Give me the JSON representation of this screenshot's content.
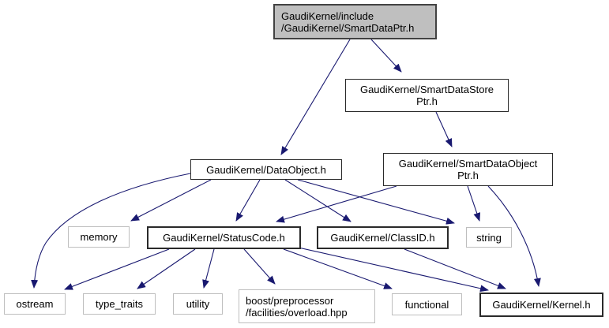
{
  "diagram": {
    "kind": "include-dependency-graph",
    "colors": {
      "edge": "#191970",
      "root_fill": "#bfbfbf",
      "project_border": "#2a2a2a",
      "system_border": "#bebebe",
      "text": "#000000",
      "background": "#ffffff"
    },
    "nodes": [
      {
        "id": "smartdataptr",
        "label": "GaudiKernel/include\n/GaudiKernel/SmartDataPtr.h"
      },
      {
        "id": "smartdatastoreptr",
        "label": "GaudiKernel/SmartDataStore\nPtr.h"
      },
      {
        "id": "dataobject",
        "label": "GaudiKernel/DataObject.h"
      },
      {
        "id": "smartdataobjectptr",
        "label": "GaudiKernel/SmartDataObject\nPtr.h"
      },
      {
        "id": "memory",
        "label": "memory"
      },
      {
        "id": "statuscode",
        "label": "GaudiKernel/StatusCode.h"
      },
      {
        "id": "classid",
        "label": "GaudiKernel/ClassID.h"
      },
      {
        "id": "string",
        "label": "string"
      },
      {
        "id": "ostream",
        "label": "ostream"
      },
      {
        "id": "type_traits",
        "label": "type_traits"
      },
      {
        "id": "utility",
        "label": "utility"
      },
      {
        "id": "boost_overload",
        "label": "boost/preprocessor\n/facilities/overload.hpp"
      },
      {
        "id": "functional",
        "label": "functional"
      },
      {
        "id": "kernel",
        "label": "GaudiKernel/Kernel.h"
      }
    ],
    "edges": [
      {
        "from": "smartdataptr",
        "to": "smartdatastoreptr"
      },
      {
        "from": "smartdataptr",
        "to": "dataobject"
      },
      {
        "from": "smartdatastoreptr",
        "to": "smartdataobjectptr"
      },
      {
        "from": "smartdataobjectptr",
        "to": "statuscode"
      },
      {
        "from": "smartdataobjectptr",
        "to": "string"
      },
      {
        "from": "smartdataobjectptr",
        "to": "kernel"
      },
      {
        "from": "dataobject",
        "to": "memory"
      },
      {
        "from": "dataobject",
        "to": "statuscode"
      },
      {
        "from": "dataobject",
        "to": "classid"
      },
      {
        "from": "dataobject",
        "to": "string"
      },
      {
        "from": "dataobject",
        "to": "ostream"
      },
      {
        "from": "statuscode",
        "to": "ostream"
      },
      {
        "from": "statuscode",
        "to": "type_traits"
      },
      {
        "from": "statuscode",
        "to": "utility"
      },
      {
        "from": "statuscode",
        "to": "boost_overload"
      },
      {
        "from": "statuscode",
        "to": "functional"
      },
      {
        "from": "statuscode",
        "to": "kernel"
      },
      {
        "from": "classid",
        "to": "kernel"
      }
    ]
  }
}
